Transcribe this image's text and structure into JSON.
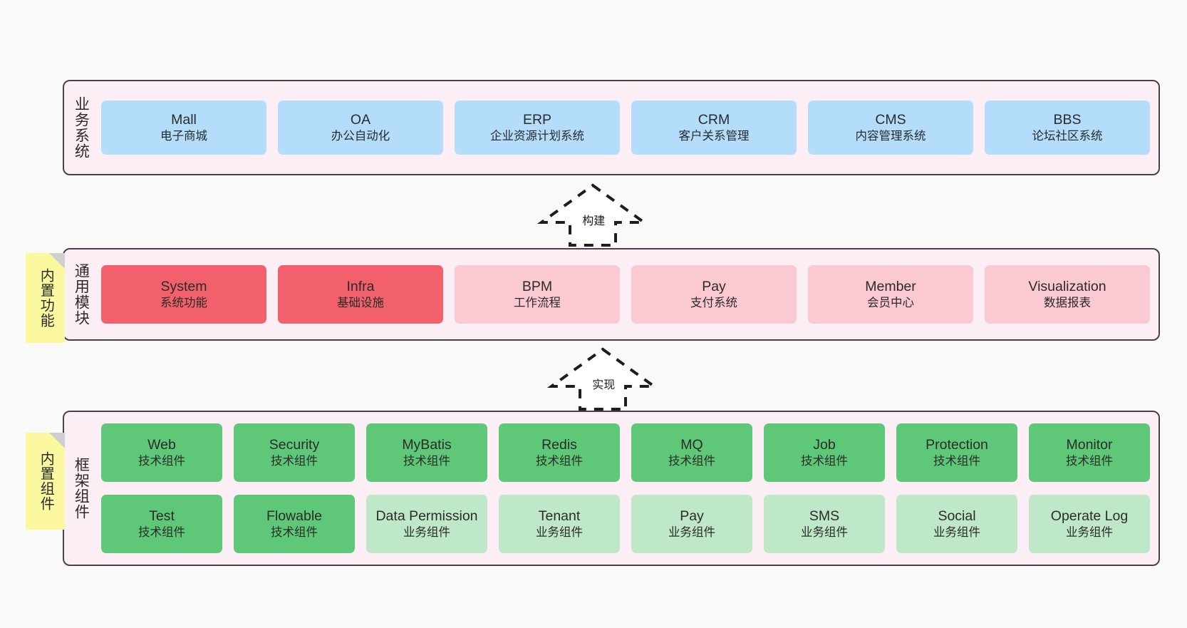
{
  "diagram": {
    "background_color": "#f9f9f8",
    "layer_fill": "#fbeef5",
    "layer_border": "#4a404a",
    "note_fill": "#fbf8a0"
  },
  "notes": [
    {
      "id": "builtin-function",
      "label": "内置功能"
    },
    {
      "id": "builtin-component",
      "label": "内置组件"
    }
  ],
  "arrows": [
    {
      "id": "build",
      "label": "构建",
      "style": "dashed-hollow-up-arrow"
    },
    {
      "id": "realize",
      "label": "实现",
      "style": "dashed-hollow-up-arrow"
    }
  ],
  "layers": [
    {
      "id": "business",
      "title": "业务系统",
      "color": "#b3ddfb",
      "rows": [
        [
          {
            "name": "Mall",
            "desc": "电子商城",
            "color": "#b3ddfb"
          },
          {
            "name": "OA",
            "desc": "办公自动化",
            "color": "#b3ddfb"
          },
          {
            "name": "ERP",
            "desc": "企业资源计划系统",
            "color": "#b3ddfb"
          },
          {
            "name": "CRM",
            "desc": "客户关系管理",
            "color": "#b3ddfb"
          },
          {
            "name": "CMS",
            "desc": "内容管理系统",
            "color": "#b3ddfb"
          },
          {
            "name": "BBS",
            "desc": "论坛社区系统",
            "color": "#b3ddfb"
          }
        ]
      ]
    },
    {
      "id": "common",
      "title": "通用模块",
      "rows": [
        [
          {
            "name": "System",
            "desc": "系统功能",
            "color": "#f2616b"
          },
          {
            "name": "Infra",
            "desc": "基础设施",
            "color": "#f2616b"
          },
          {
            "name": "BPM",
            "desc": "工作流程",
            "color": "#fbc9d1"
          },
          {
            "name": "Pay",
            "desc": "支付系统",
            "color": "#fbc9d1"
          },
          {
            "name": "Member",
            "desc": "会员中心",
            "color": "#fbc9d1"
          },
          {
            "name": "Visualization",
            "desc": "数据报表",
            "color": "#fbc9d1"
          }
        ]
      ]
    },
    {
      "id": "framework",
      "title": "框架组件",
      "rows": [
        [
          {
            "name": "Web",
            "desc": "技术组件",
            "color": "#5ec878"
          },
          {
            "name": "Security",
            "desc": "技术组件",
            "color": "#5ec878"
          },
          {
            "name": "MyBatis",
            "desc": "技术组件",
            "color": "#5ec878"
          },
          {
            "name": "Redis",
            "desc": "技术组件",
            "color": "#5ec878"
          },
          {
            "name": "MQ",
            "desc": "技术组件",
            "color": "#5ec878"
          },
          {
            "name": "Job",
            "desc": "技术组件",
            "color": "#5ec878"
          },
          {
            "name": "Protection",
            "desc": "技术组件",
            "color": "#5ec878"
          },
          {
            "name": "Monitor",
            "desc": "技术组件",
            "color": "#5ec878"
          }
        ],
        [
          {
            "name": "Test",
            "desc": "技术组件",
            "color": "#5ec878"
          },
          {
            "name": "Flowable",
            "desc": "技术组件",
            "color": "#5ec878"
          },
          {
            "name": "Data Permission",
            "desc": "业务组件",
            "color": "#bfe8c8"
          },
          {
            "name": "Tenant",
            "desc": "业务组件",
            "color": "#bfe8c8"
          },
          {
            "name": "Pay",
            "desc": "业务组件",
            "color": "#bfe8c8"
          },
          {
            "name": "SMS",
            "desc": "业务组件",
            "color": "#bfe8c8"
          },
          {
            "name": "Social",
            "desc": "业务组件",
            "color": "#bfe8c8"
          },
          {
            "name": "Operate Log",
            "desc": "业务组件",
            "color": "#bfe8c8"
          }
        ]
      ]
    }
  ]
}
